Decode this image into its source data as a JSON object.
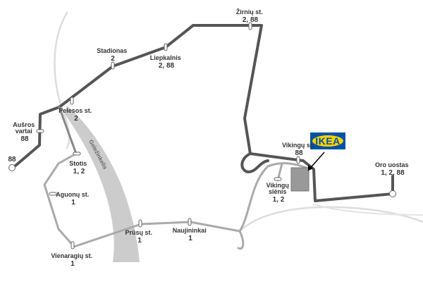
{
  "colors": {
    "route_88": "#555555",
    "route_1": "#aaaaaa",
    "road": "#dddddd",
    "railway": "#cccccc",
    "ikea_blue": "#0051a5",
    "ikea_yellow": "#ffd100",
    "store": "#999999"
  },
  "street_label": "Geležinkelis",
  "logo": {
    "text": "IKEA"
  },
  "stops": {
    "ausros": {
      "name": "Aušros",
      "name2": "vartai",
      "routes": "88"
    },
    "terminal88": {
      "routes": "88"
    },
    "pelesos": {
      "name": "Pelesos st.",
      "routes": "2"
    },
    "stadionas": {
      "name": "Stadionas",
      "routes": "2"
    },
    "liepkalnis": {
      "name": "Liepkalnis",
      "routes": "2, 88"
    },
    "zirniu": {
      "name": "Žirnių st.",
      "routes": "2, 88"
    },
    "stotis": {
      "name": "Stotis",
      "routes": "1, 2"
    },
    "aguonu": {
      "name": "Aguonų st.",
      "routes": "1"
    },
    "vienaragiu": {
      "name": "Vienaragių st.",
      "routes": "1"
    },
    "prusu": {
      "name": "Prūsų st.",
      "routes": "1"
    },
    "naujininkai": {
      "name": "Naujininkai",
      "routes": "1"
    },
    "vikingu_st": {
      "name": "Vikingų st.",
      "routes": "88"
    },
    "vikingu_slenis": {
      "name": "Vikingų",
      "name2": "slėnis",
      "routes": "1, 2"
    },
    "oro_uostas": {
      "name": "Oro uostas",
      "routes": "1, 2, 88"
    }
  }
}
